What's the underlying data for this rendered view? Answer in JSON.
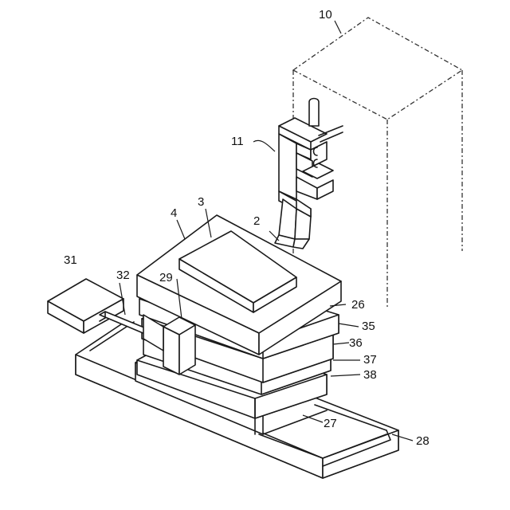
{
  "labels": {
    "l10": "10",
    "l11": "11",
    "l2": "2",
    "l3": "3",
    "l4": "4",
    "l31": "31",
    "l32": "32",
    "l29": "29",
    "l26": "26",
    "l35": "35",
    "l36": "36",
    "l37": "37",
    "l38": "38",
    "l27": "27",
    "l28": "28"
  }
}
